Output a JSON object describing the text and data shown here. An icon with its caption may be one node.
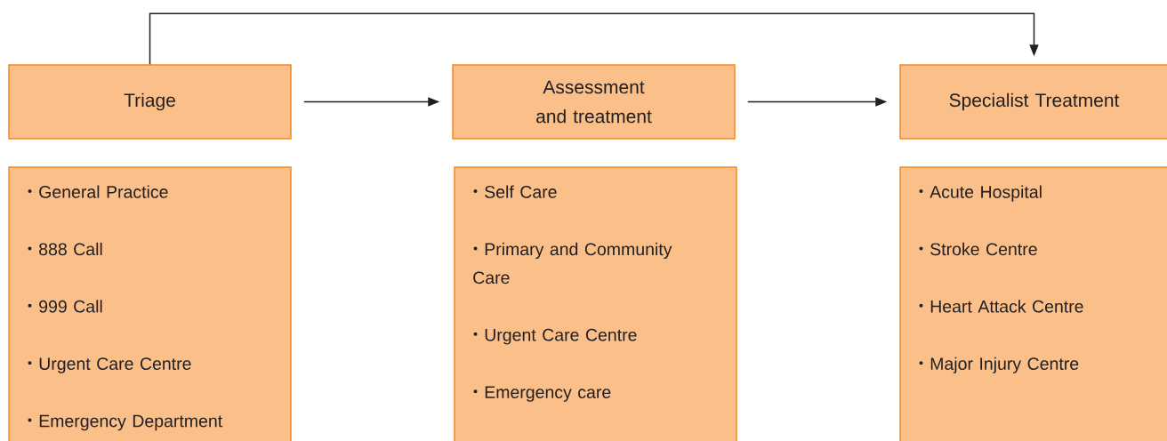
{
  "diagram": {
    "nodes": [
      {
        "text": [
          "Triage"
        ]
      },
      {
        "text": [
          "Assessment and treatment"
        ]
      },
      {
        "text": [
          "Specialist Treatment"
        ]
      },
      {
        "text": [
          "General Practice",
          "888 Call",
          "999 Call",
          "Urgent Care Centre",
          "Emergency Department"
        ]
      },
      {
        "text": [
          "Self Care",
          "Primary and Community Care",
          "Urgent Care Centre",
          "Emergency care"
        ]
      },
      {
        "text": [
          "Acute Hospital",
          "Stroke Centre",
          "Heart Attack Centre",
          "Major Injury Centre"
        ]
      }
    ],
    "edges": [
      {
        "from": 0,
        "to": 1,
        "arrow": "to"
      },
      {
        "from": 1,
        "to": 2,
        "arrow": "to"
      },
      {
        "from": 0,
        "to": 2,
        "arrow": "to"
      }
    ]
  }
}
